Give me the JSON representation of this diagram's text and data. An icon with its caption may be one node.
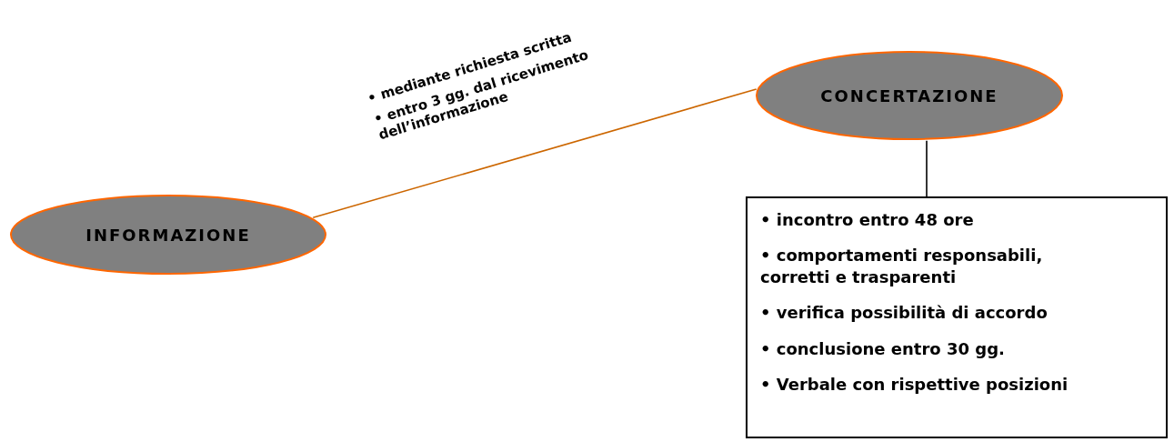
{
  "diagram": {
    "nodes": [
      {
        "text": [
          "INFORMAZIONE"
        ]
      },
      {
        "text": [
          "CONCERTAZIONE"
        ]
      },
      {
        "text": [
          "• incontro entro 48 ore",
          "• comportamenti responsabili, corretti e trasparenti",
          "• verifica possibilità di accordo",
          "• conclusione entro 30 gg.",
          "• Verbale con rispettive posizioni"
        ]
      }
    ],
    "edges": [
      {
        "from": 0,
        "to": 1,
        "arrow": "none",
        "color": "#cc6600"
      },
      {
        "from": 1,
        "to": 2,
        "arrow": "none",
        "color": "#000000"
      }
    ],
    "labels": [
      "• mediante richiesta scritta",
      "• entro 3 gg. dal ricevimento dell’informazione"
    ]
  }
}
